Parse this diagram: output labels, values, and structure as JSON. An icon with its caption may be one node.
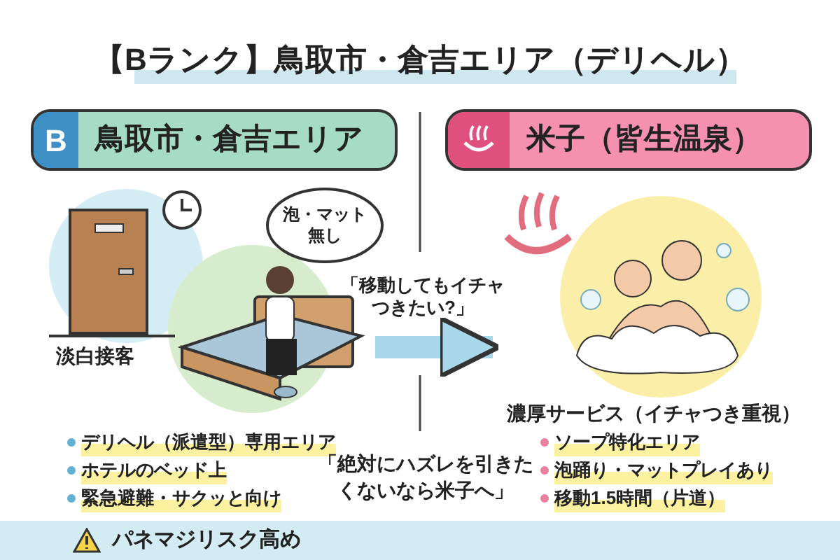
{
  "diagram": {
    "title": "【Bランク】鳥取市・倉吉エリア（デリヘル）",
    "nodes": [
      {
        "text": [
          "B",
          "鳥取市・倉吉エリア"
        ]
      },
      {
        "text": [
          "米子（皆生温泉）"
        ]
      },
      {
        "text": [],
        "shape": "picture"
      },
      {
        "text": [
          "泡・マット無し"
        ],
        "in": 2
      },
      {
        "text": [],
        "shape": "picture"
      },
      {
        "text": [
          "パネマジリスク高め"
        ]
      }
    ],
    "edges": [
      {
        "from": 2,
        "to": 4,
        "arrow": "to",
        "label": "「移動してもイチャつきたい?」"
      }
    ],
    "labels": [
      "淡白接客",
      "濃厚サービス（イチャつき重視）",
      "デリヘル（派遣型）専用エリア",
      "ホテルのベッド上",
      "緊急避難・サクッと向け",
      "ソープ特化エリア",
      "泡踊り・マットプレイあり",
      "移動1.5時間（片道）",
      "「絶対にハズレを引きたくないなら米子へ」"
    ]
  }
}
